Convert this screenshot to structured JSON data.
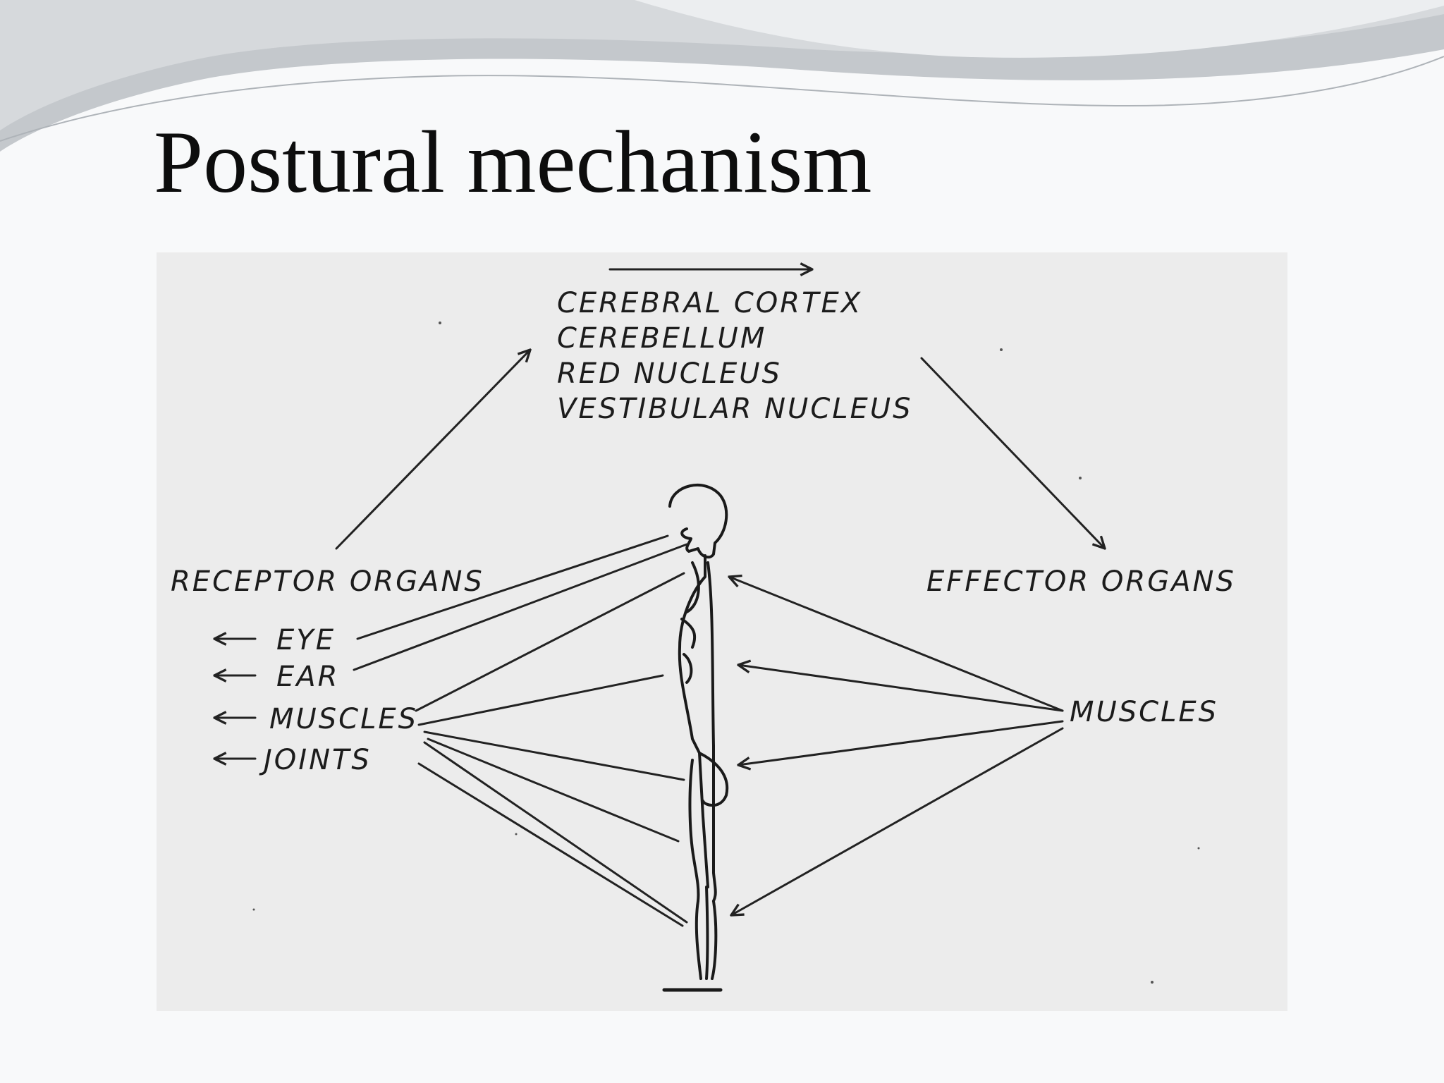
{
  "slide": {
    "title": "Postural mechanism"
  },
  "diagram": {
    "centers": {
      "line1": "CEREBRAL CORTEX",
      "line2": "CEREBELLUM",
      "line3": "RED NUCLEUS",
      "line4": "VESTIBULAR NUCLEUS"
    },
    "receptor": {
      "heading": "RECEPTOR ORGANS",
      "items": [
        "EYE",
        "EAR",
        "MUSCLES",
        "JOINTS"
      ]
    },
    "effector": {
      "heading": "EFFECTOR ORGANS",
      "muscles_label": "MUSCLES"
    }
  },
  "colors": {
    "ink": "#1c1c1c",
    "figure_background": "#ececec",
    "slide_background": "#f8f9fa",
    "swoosh_dark": "#c4c8cc",
    "swoosh_light": "#dfe2e5"
  }
}
